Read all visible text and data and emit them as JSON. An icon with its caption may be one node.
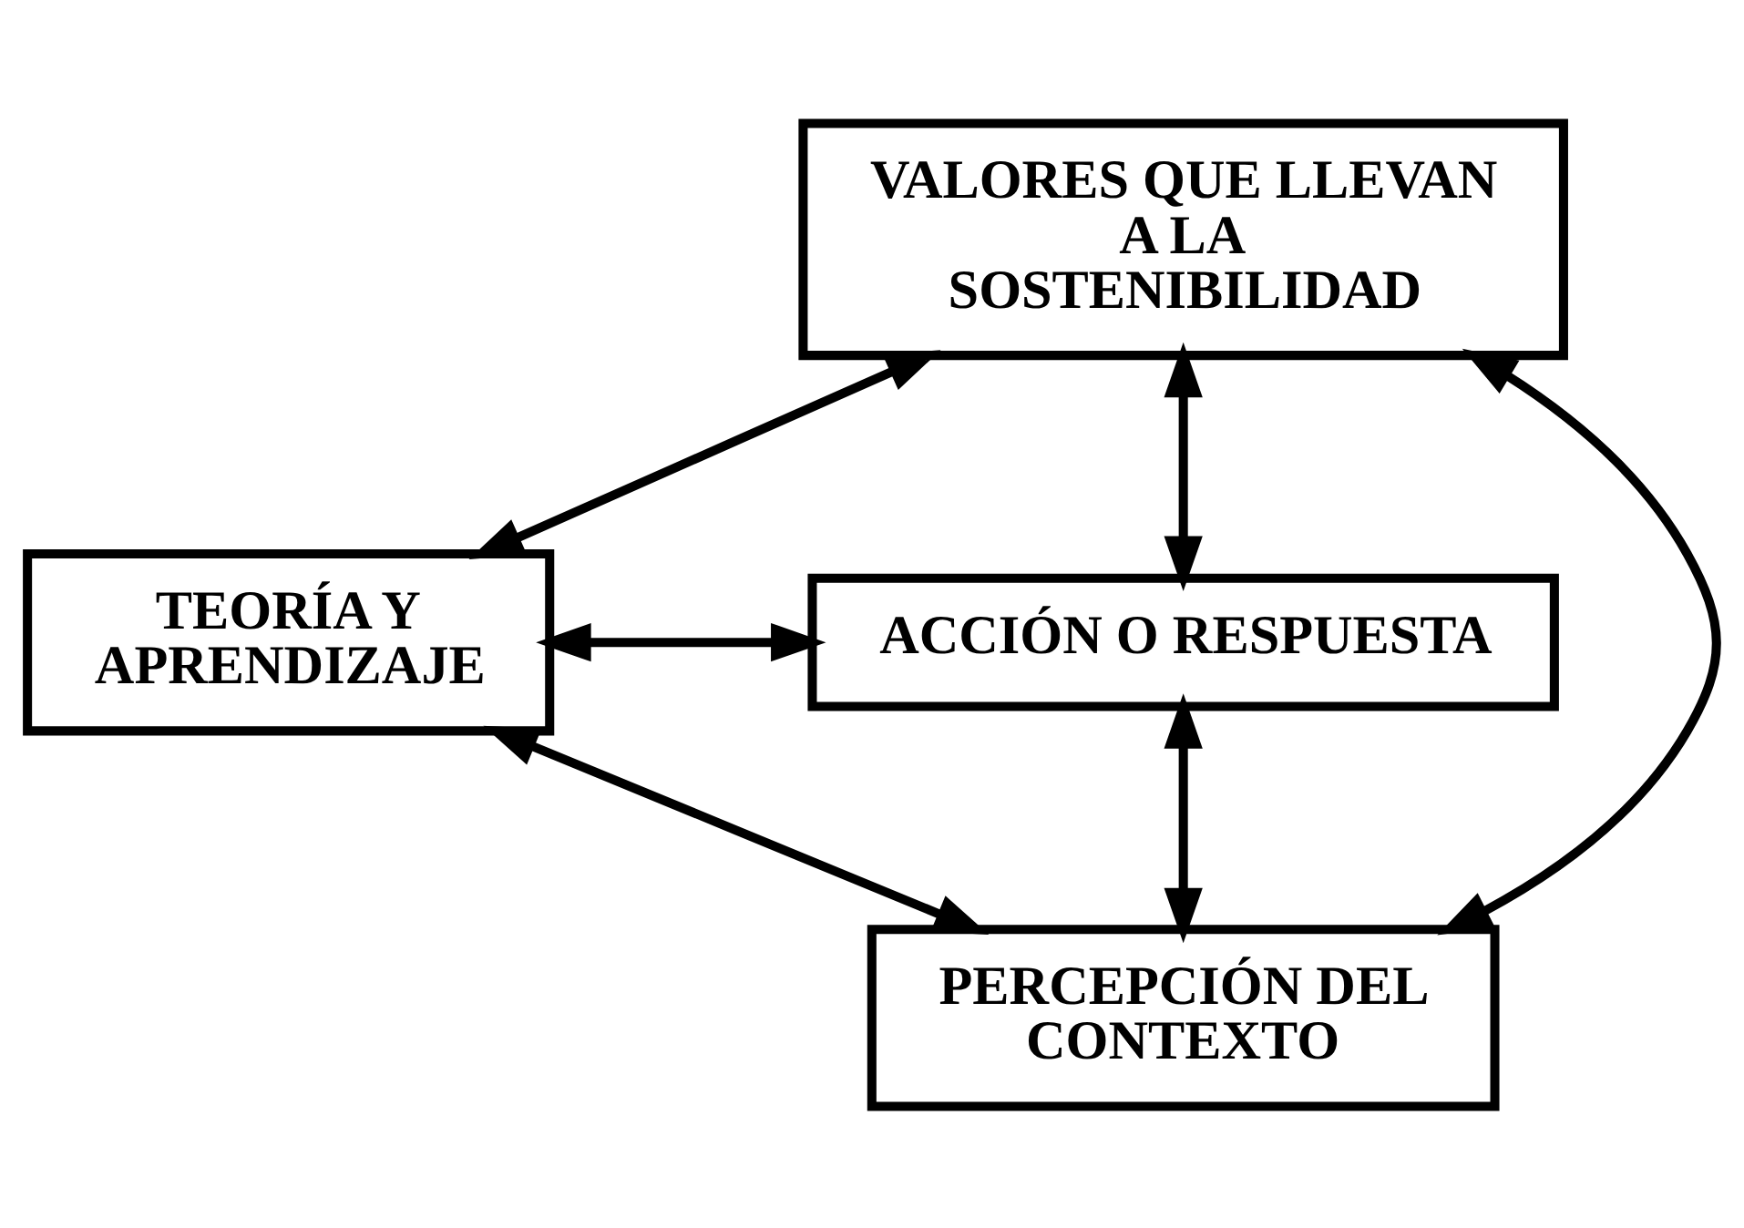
{
  "diagram": {
    "nodes": [
      {
        "text": [
          "VALORES QUE LLEVAN A LA SOSTENIBILIDAD"
        ]
      },
      {
        "text": [
          "TEORÍA Y APRENDIZAJE"
        ]
      },
      {
        "text": [
          "ACCIÓN O RESPUESTA"
        ]
      },
      {
        "text": [
          "PERCEPCIÓN DEL CONTEXTO"
        ]
      }
    ],
    "edges": [
      {
        "from": 0,
        "to": 2,
        "arrow": "both"
      },
      {
        "from": 2,
        "to": 3,
        "arrow": "both"
      },
      {
        "from": 1,
        "to": 3,
        "arrow": "both"
      },
      {
        "from": 0,
        "to": 1,
        "arrow": "both"
      },
      {
        "from": 1,
        "to": 2,
        "arrow": "both"
      },
      {
        "from": 0,
        "to": 3,
        "arrow": "both"
      }
    ]
  }
}
